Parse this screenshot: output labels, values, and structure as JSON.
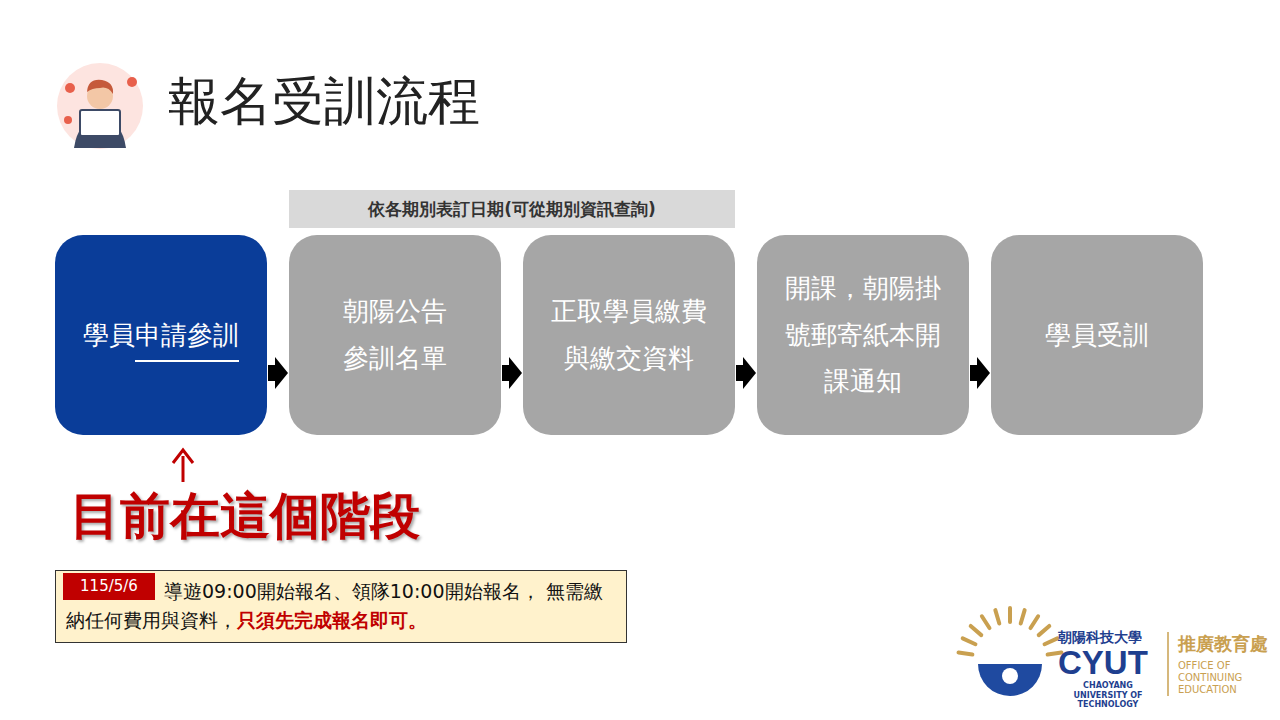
{
  "diagram": {
    "title": "報名受訓流程",
    "nodes": [
      {
        "text": [
          "依各期別表訂日期(可從期別資訊查詢)"
        ]
      },
      {
        "text": [
          "學員申請參訓"
        ]
      },
      {
        "text": [
          "朝陽公告 參訓名單"
        ]
      },
      {
        "text": [
          "正取學員繳費 與繳交資料"
        ]
      },
      {
        "text": [
          "開課，朝陽掛 號郵寄紙本開 課通知"
        ]
      },
      {
        "text": [
          "學員受訓"
        ]
      },
      {
        "text": [
          "導遊09:00開始報名、領隊10:00開始報名， 無需繳納任何費用與資料，",
          "只須先完成報名即可。"
        ]
      },
      {
        "text": [
          "115/5/6"
        ],
        "in": 6
      }
    ],
    "edges": [
      {
        "from": 1,
        "to": 2,
        "arrow": "to"
      },
      {
        "from": 2,
        "to": 3,
        "arrow": "to"
      },
      {
        "from": 3,
        "to": 4,
        "arrow": "to"
      },
      {
        "from": 4,
        "to": 5,
        "arrow": "to"
      }
    ],
    "labels": [
      "目前在這個階段",
      "朝陽科技大學",
      "CYUT",
      "CHAOYANG UNIVERSITY OF TECHNOLOGY",
      "推廣教育處",
      "OFFICE OF CONTINUING EDUCATION"
    ]
  }
}
